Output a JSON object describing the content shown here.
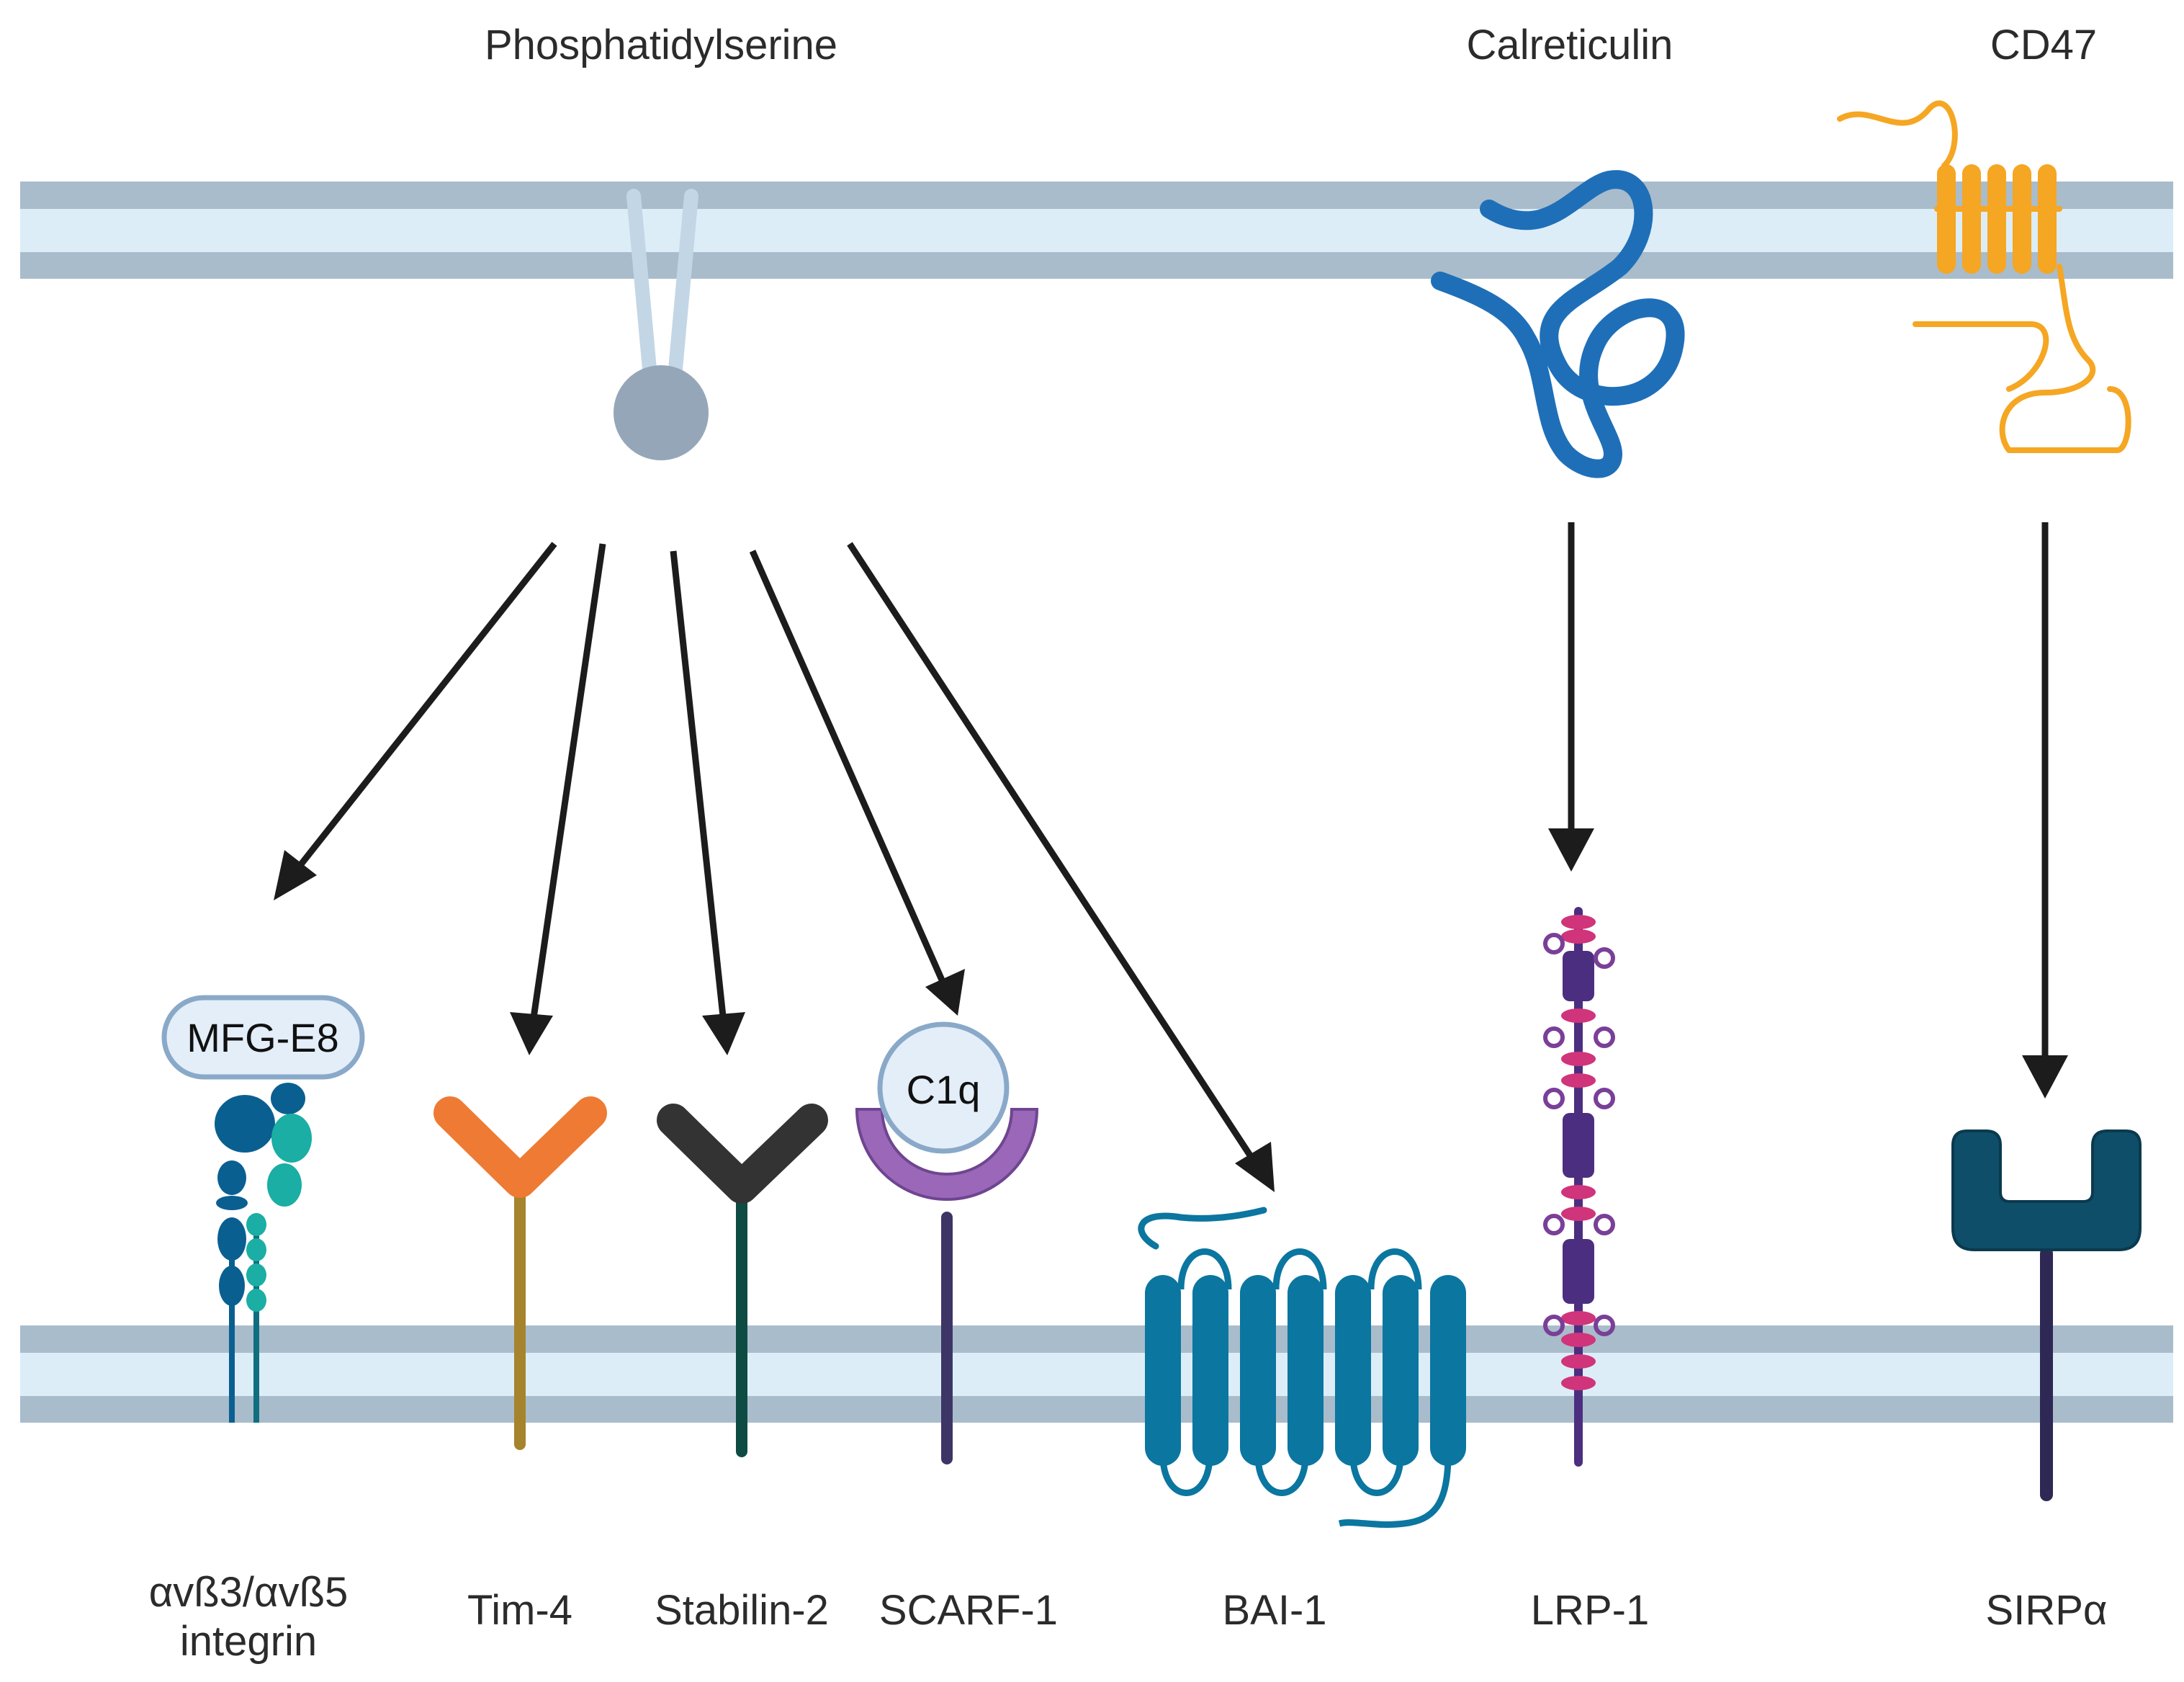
{
  "ligands": {
    "phosphatidylserine": "Phosphatidylserine",
    "calreticulin": "Calreticulin",
    "cd47": "CD47"
  },
  "receptors": {
    "integrin_line1": "αvß3/αvß5",
    "integrin_line2": "integrin",
    "tim4": "Tim-4",
    "stabilin2": "Stabilin-2",
    "scarf1": "SCARF-1",
    "bai1": "BAI-1",
    "lrp1": "LRP-1",
    "sirpa": "SIRPα"
  },
  "bridging": {
    "mfg_e8": "MFG-E8",
    "c1q": "C1q"
  },
  "colors": {
    "membrane_band": "#a9bccb",
    "membrane_inner": "#dcedf8",
    "ps_head": "#95a6b8",
    "ps_tail": "#c3d6e6",
    "calreticulin": "#1f6fb8",
    "cd47": "#f5a623",
    "arrow": "#1c1c1c",
    "tim4": "#ee7a33",
    "tim4_stem": "#a6842d",
    "stabilin2": "#333333",
    "stabilin2_stem": "#0e4b43",
    "scarf1": "#9b67b8",
    "scarf_stem": "#3d3566",
    "bai1": "#0b76a0",
    "lrp1": "#4c2e80",
    "lrp1_accent": "#d0347a",
    "sirpa": "#0f4e68",
    "sirpa_stem": "#2e2855",
    "integrin_a": "#0a5f91",
    "integrin_b": "#1aaea4"
  }
}
